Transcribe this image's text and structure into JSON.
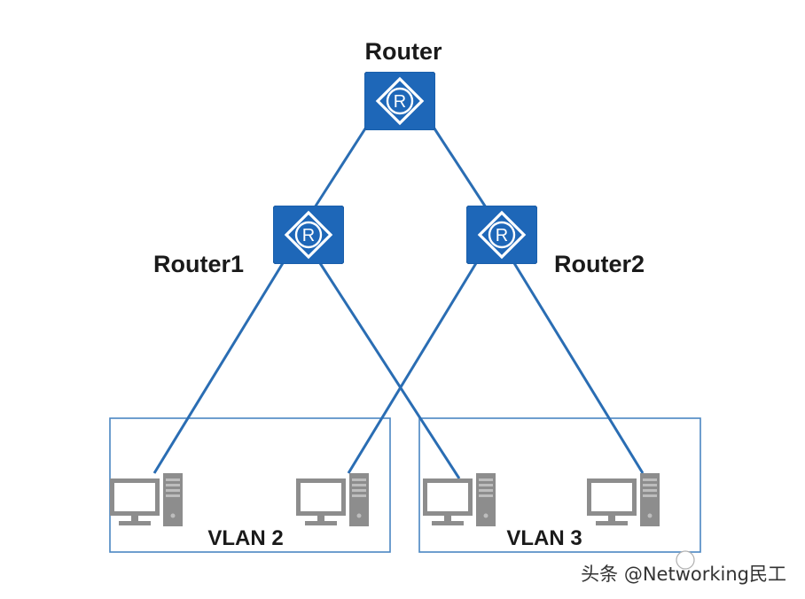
{
  "colors": {
    "router_fill": "#1e67b8",
    "router_stroke": "#16579f",
    "link": "#2a6db3",
    "vlan_border": "#4a86c2",
    "pc_body": "#8d8d8d",
    "pc_screen": "#ffffff"
  },
  "routers": {
    "core": {
      "label": "Router",
      "icon": "router-icon"
    },
    "r1": {
      "label": "Router1",
      "icon": "router-icon"
    },
    "r2": {
      "label": "Router2",
      "icon": "router-icon"
    }
  },
  "vlans": {
    "v2": {
      "label": "VLAN 2"
    },
    "v3": {
      "label": "VLAN 3"
    }
  },
  "pcs": [
    {
      "icon": "desktop-computer-icon",
      "vlan": "VLAN 2",
      "uplink": "Router1"
    },
    {
      "icon": "desktop-computer-icon",
      "vlan": "VLAN 2",
      "uplink": "Router2"
    },
    {
      "icon": "desktop-computer-icon",
      "vlan": "VLAN 3",
      "uplink": "Router1"
    },
    {
      "icon": "desktop-computer-icon",
      "vlan": "VLAN 3",
      "uplink": "Router2"
    }
  ],
  "watermark": {
    "text": "头条 @Networking民工"
  }
}
